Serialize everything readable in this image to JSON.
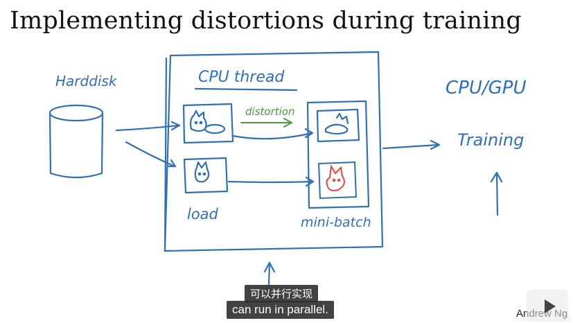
{
  "slide": {
    "title": "Implementing distortions during training"
  },
  "diagram": {
    "harddisk_label": "Harddisk",
    "cpu_thread_label": "CPU thread",
    "distortion_label": "distortion",
    "load_label": "load",
    "minibatch_label": "mini-batch",
    "cpu_gpu_label": "CPU/GPU",
    "training_label": "Training",
    "colors": {
      "ink": "#2f6fb3",
      "distortion": "#4a9a3c",
      "red_cat": "#e0463a"
    }
  },
  "subtitles": {
    "chinese": "可以并行实现",
    "english": "can run in parallel."
  },
  "author": "Andrew Ng",
  "icons": {
    "play": "play-icon"
  }
}
